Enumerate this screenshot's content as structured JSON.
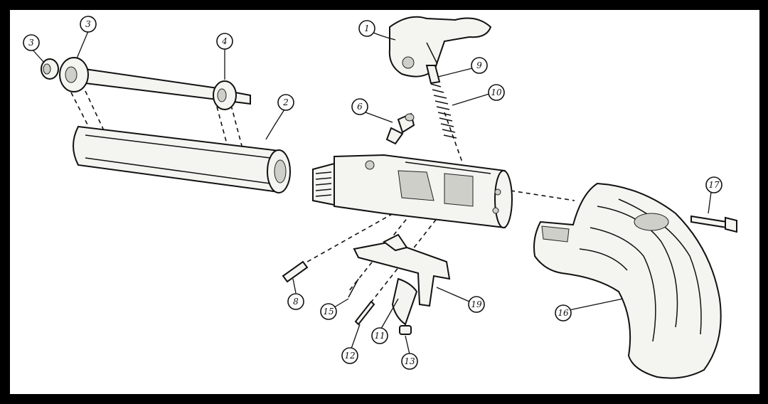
{
  "diagram": {
    "labels": {
      "c1": "3",
      "c2": "3",
      "c3": "4",
      "c4": "2",
      "c5": "1",
      "c6": "9",
      "c7": "10",
      "c8": "6",
      "c9": "17",
      "c10": "16",
      "c11": "8",
      "c12": "15",
      "c13": "19",
      "c14": "11",
      "c15": "12",
      "c16": "13"
    }
  }
}
